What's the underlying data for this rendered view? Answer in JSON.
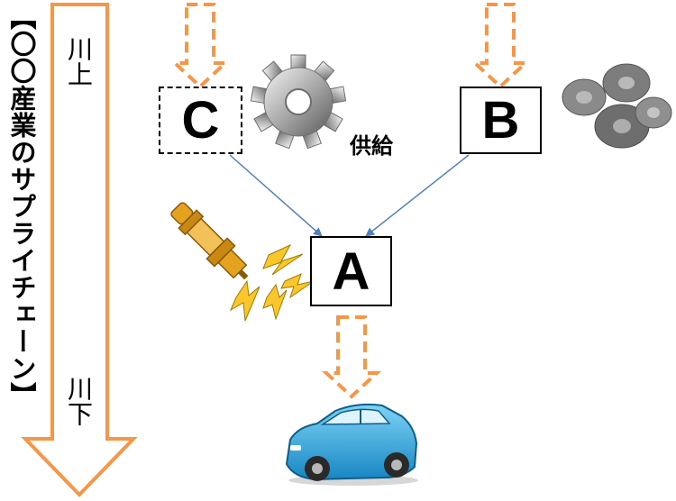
{
  "title": "【〇〇産業のサプライチェーン】",
  "upstream_label": "川上",
  "downstream_label": "川下",
  "supply_label": "供給",
  "nodes": {
    "a": "A",
    "b": "B",
    "c": "C"
  },
  "icons": {
    "gear_single": "gear-icon",
    "gear_stack": "gears-icon",
    "spark_plug": "spark-plug-icon",
    "car": "car-icon"
  },
  "colors": {
    "arrow_orange": "#F79646",
    "link_blue": "#4F81BD",
    "car_blue": "#29A9E0",
    "plug_gold": "#E4A21E"
  }
}
